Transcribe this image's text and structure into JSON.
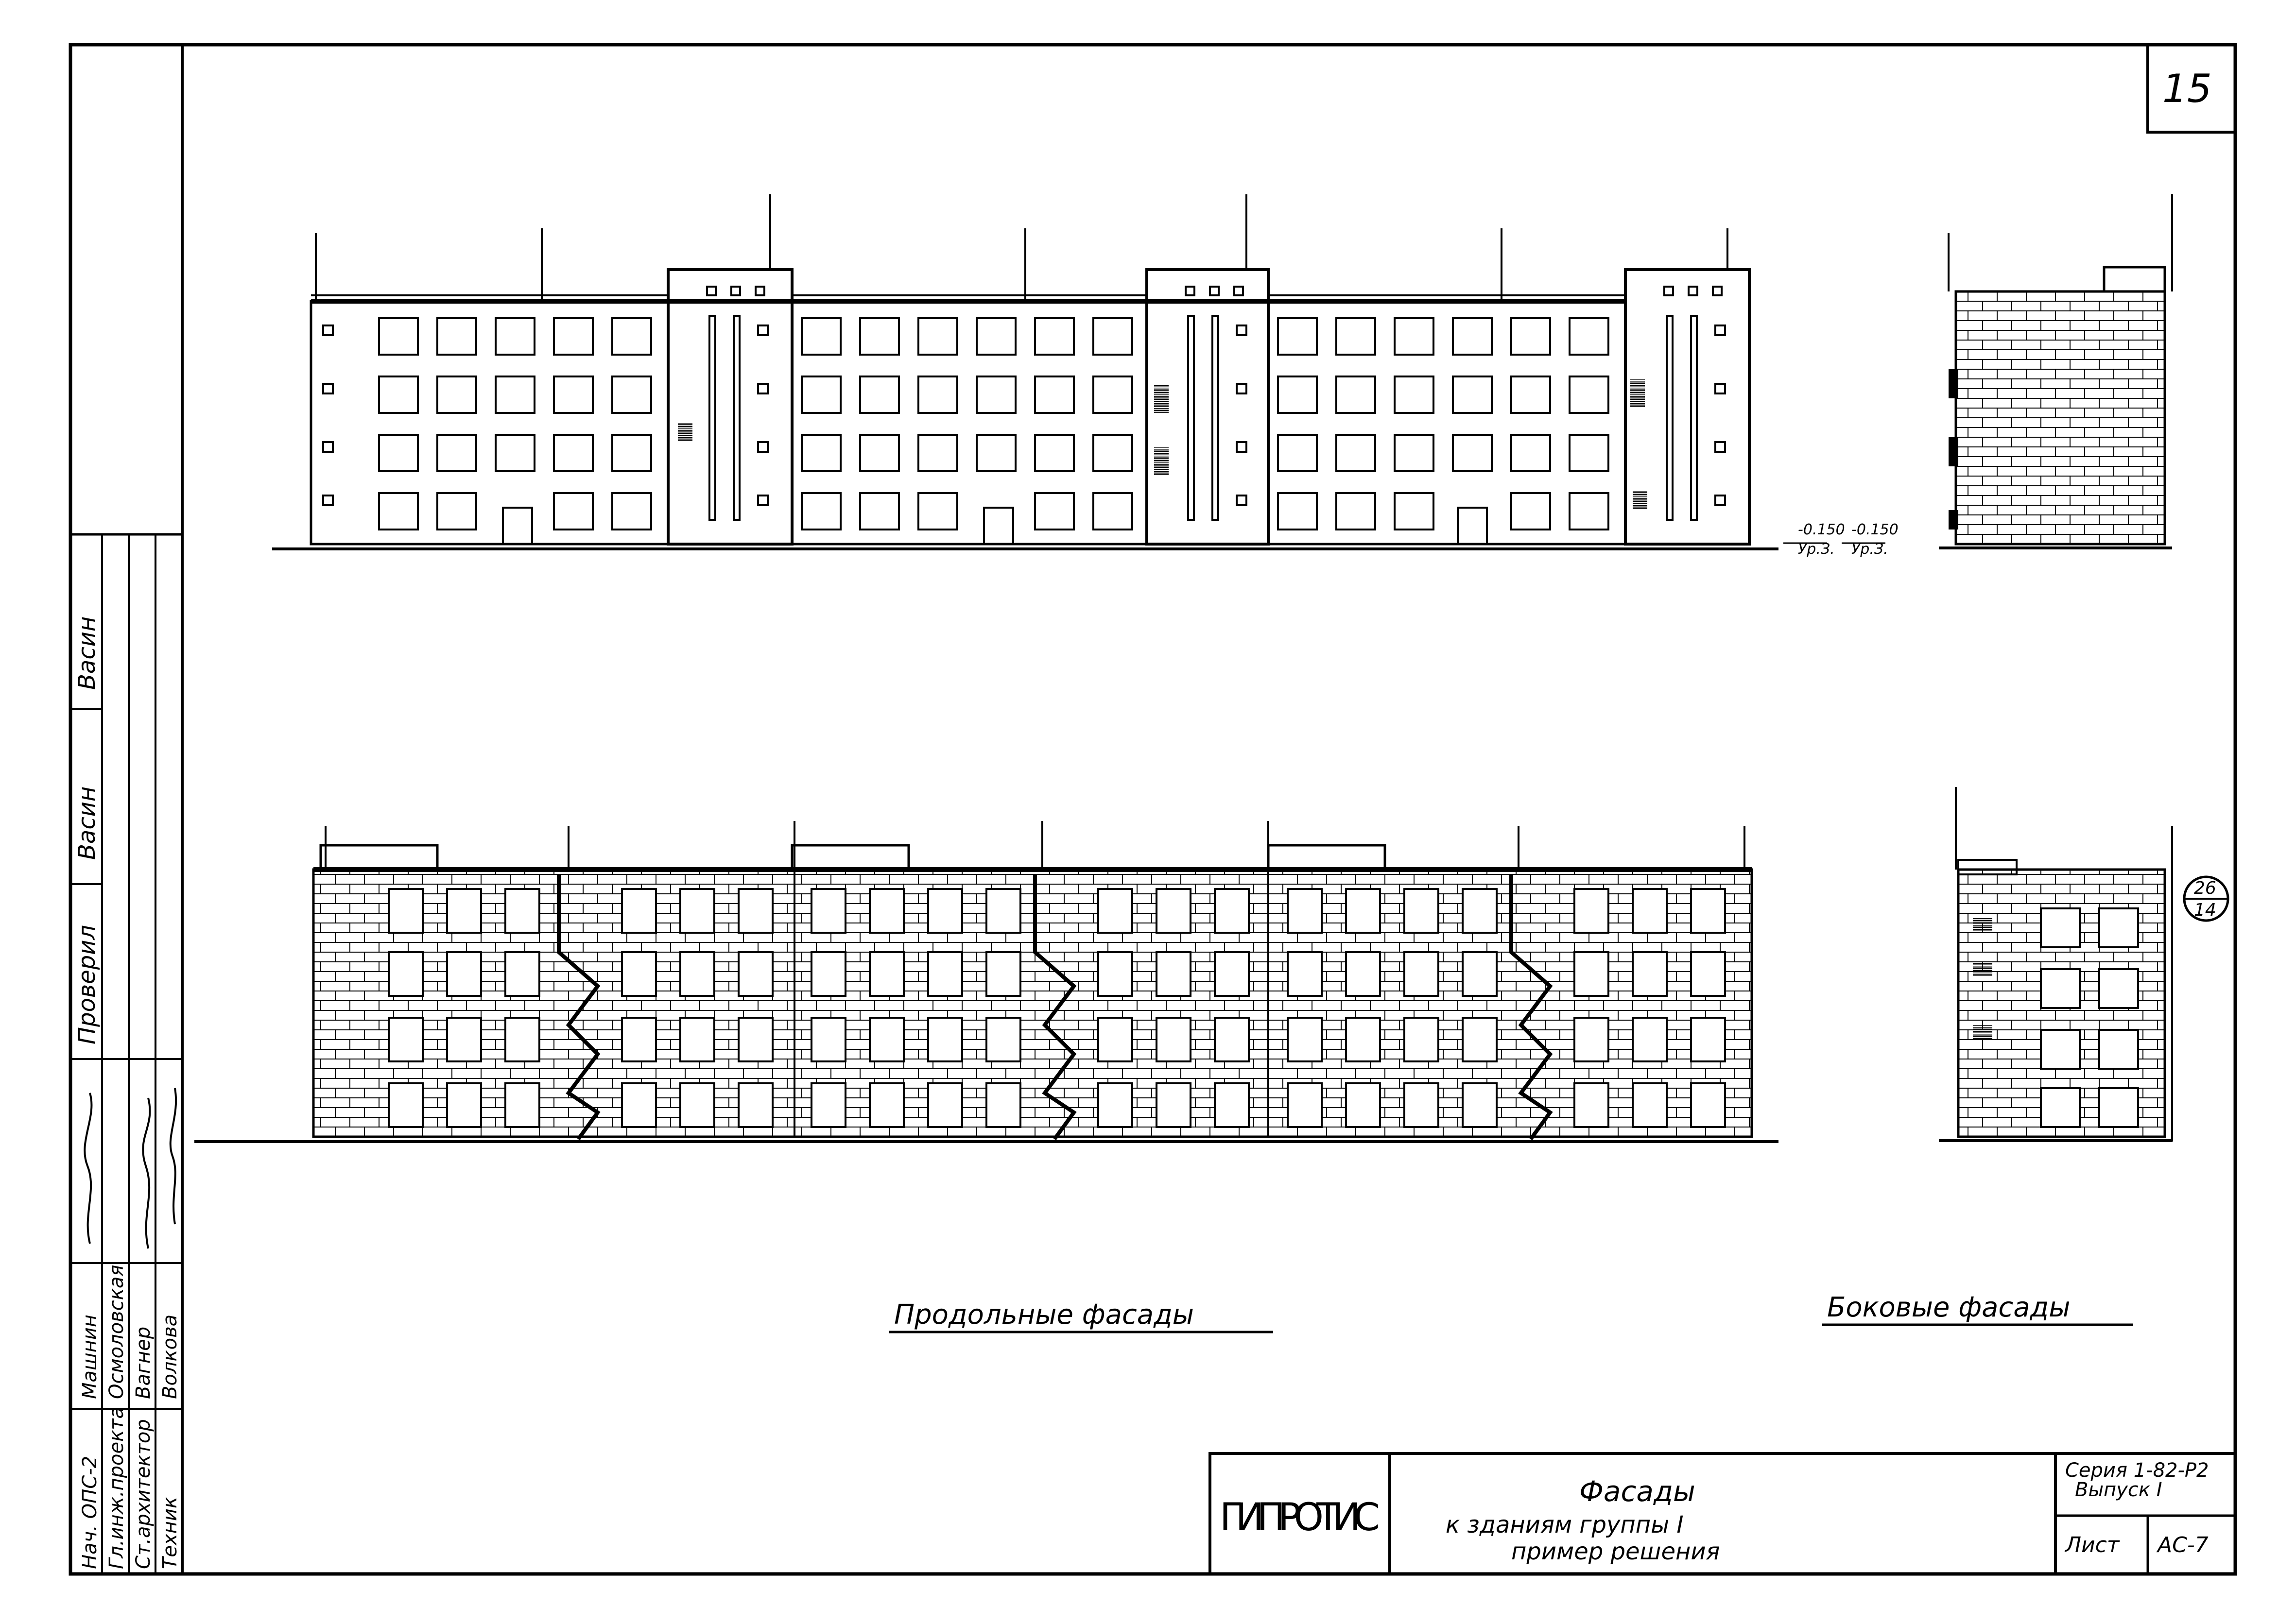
{
  "sheet": {
    "page_number": "15",
    "title_main": "Фасады",
    "title_line2": "к зданиям группы I",
    "title_line3": "пример решения",
    "organization": "ГИПРОТИС",
    "series": "Серия 1-82-Р2",
    "issue": "Выпуск I",
    "sheet_label": "Лист",
    "sheet_code": "АС-7"
  },
  "captions": {
    "longitudinal": "Продольные фасады",
    "side": "Боковые фасады"
  },
  "levels": {
    "level_1_value": "-0.150",
    "level_1_label": "Ур.З.",
    "level_2_value": "-0.150",
    "level_2_label": "Ур.З."
  },
  "callout": {
    "top": "26",
    "bottom": "14"
  },
  "stamp": {
    "signatures_header": [
      "Васин"
    ],
    "checked_label": "Проверил",
    "checked_name": "Васин",
    "rows": [
      {
        "role": "Нач. ОПС-2",
        "name": "Машнин"
      },
      {
        "role": "Гл.инж.проекта",
        "name": "Осмоловская"
      },
      {
        "role": "Ст.архитектор",
        "name": "Вагнер"
      },
      {
        "role": "Техник",
        "name": "Волкова"
      }
    ]
  },
  "colors": {
    "ink": "#000000",
    "paper": "#ffffff"
  }
}
